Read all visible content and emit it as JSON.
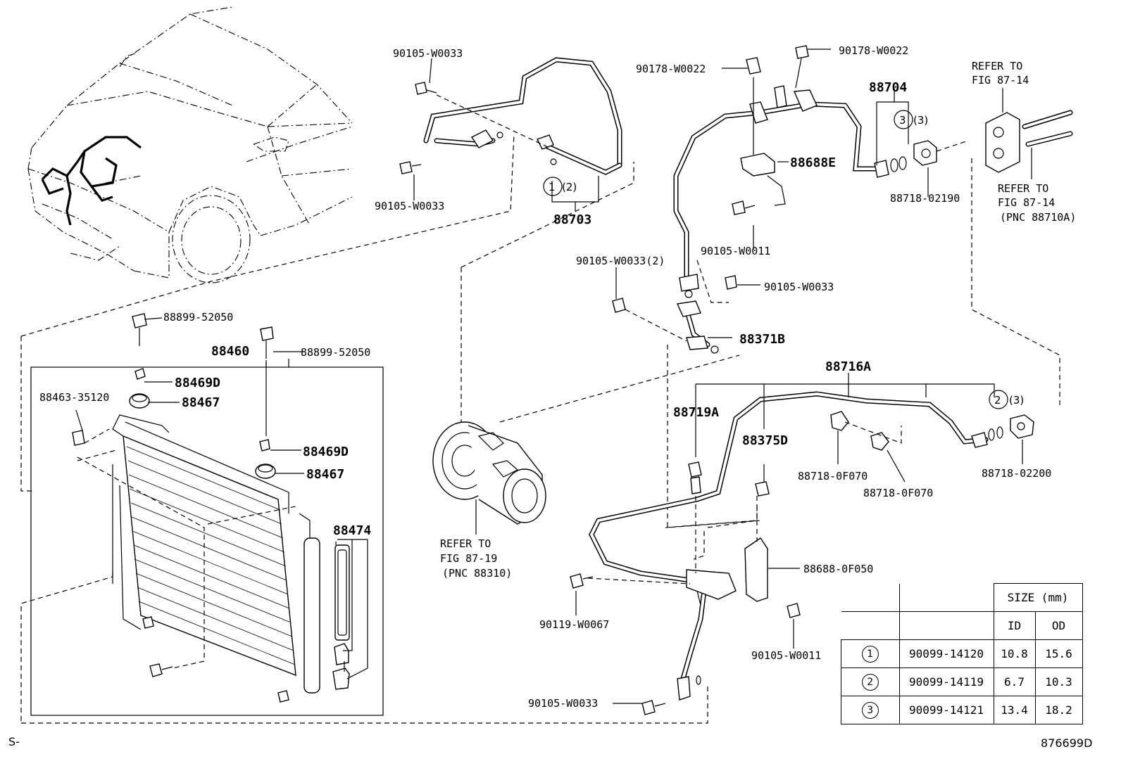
{
  "labels": {
    "l_90105_w0033_a": "90105-W0033",
    "l_90105_w0033_b": "90105-W0033",
    "l_88703": "88703",
    "l_q1": "(2)",
    "l_90178_w0022_a": "90178-W0022",
    "l_90178_w0022_b": "90178-W0022",
    "l_88704": "88704",
    "l_q3a": "(3)",
    "l_88688e": "88688E",
    "l_88718_02190": "88718-02190",
    "l_90105_w0011_a": "90105-W0011",
    "l_90105_w0033_2": "90105-W0033(2)",
    "l_90105_w0033_c": "90105-W0033",
    "l_88371b": "88371B",
    "l_88716a": "88716A",
    "l_q2": "(3)",
    "l_88719a": "88719A",
    "l_88375d": "88375D",
    "l_88718_0f070_a": "88718-0F070",
    "l_88718_0f070_b": "88718-0F070",
    "l_88718_02200": "88718-02200",
    "l_88688_0f050": "88688-0F050",
    "l_90119_w0067": "90119-W0067",
    "l_90105_w0011_b": "90105-W0011",
    "l_90105_w0033_d": "90105-W0033",
    "l_88899_52050_a": "88899-52050",
    "l_88460": "88460",
    "l_88899_52050_b": "88899-52050",
    "l_88469d_a": "88469D",
    "l_88463_35120": "88463-35120",
    "l_88467_a": "88467",
    "l_88469d_b": "88469D",
    "l_88467_b": "88467",
    "l_88474": "88474"
  },
  "refs": {
    "r1": [
      "REFER TO",
      "FIG 87-14"
    ],
    "r2": [
      "REFER TO",
      "FIG 87-14",
      "(PNC 88710A)"
    ],
    "r3": [
      "REFER TO",
      "FIG 87-19",
      "(PNC 88310)"
    ]
  },
  "circle_nums": {
    "c1": "1",
    "c2": "2",
    "c3": "3"
  },
  "size_table": {
    "title": "SIZE (mm)",
    "col_id": "ID",
    "col_od": "OD",
    "rows": [
      {
        "mark": "1",
        "part": "90099-14120",
        "id": "10.8",
        "od": "15.6"
      },
      {
        "mark": "2",
        "part": "90099-14119",
        "id": "6.7",
        "od": "10.3"
      },
      {
        "mark": "3",
        "part": "90099-14121",
        "id": "13.4",
        "od": "18.2"
      }
    ]
  },
  "footer": {
    "left": "S-",
    "right": "876699D"
  }
}
